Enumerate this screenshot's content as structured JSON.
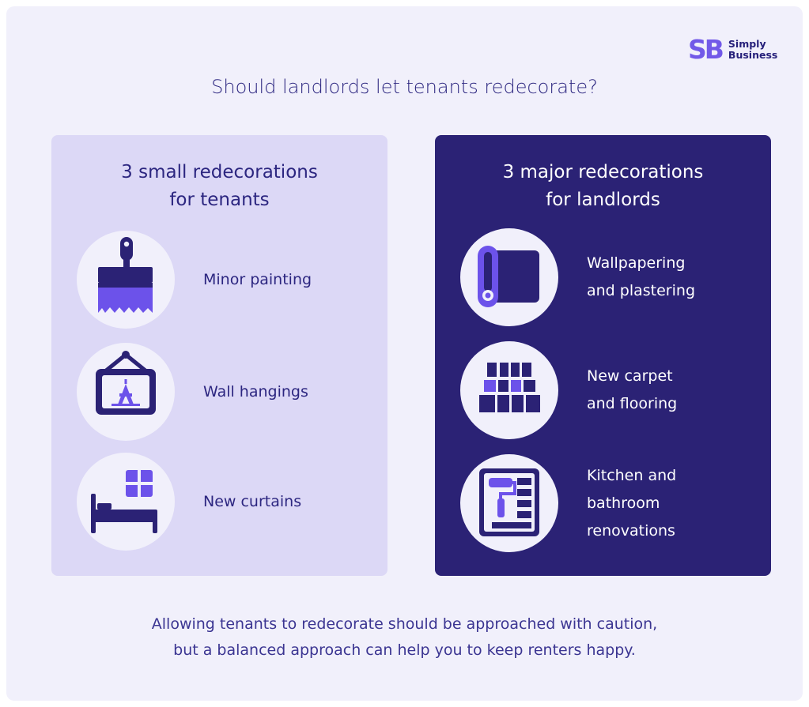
{
  "brand": {
    "mark": "SB",
    "name_line1": "Simply",
    "name_line2": "Business",
    "colors": {
      "accent": "#7259e8",
      "navy": "#2b2275",
      "lilac": "#dcd8f6",
      "background": "#f1f0fb"
    }
  },
  "headline": "Should landlords let tenants redecorate?",
  "tenants_panel": {
    "title_line1": "3 small redecorations",
    "title_line2": "for tenants",
    "items": [
      {
        "icon": "paintbrush-icon",
        "label_lines": [
          "Minor painting"
        ]
      },
      {
        "icon": "framed-picture-icon",
        "label_lines": [
          "Wall hangings"
        ]
      },
      {
        "icon": "bed-window-icon",
        "label_lines": [
          "New curtains"
        ]
      }
    ]
  },
  "landlords_panel": {
    "title_line1": "3 major redecorations",
    "title_line2": "for landlords",
    "items": [
      {
        "icon": "wallpaper-roll-icon",
        "label_lines": [
          "Wallpapering",
          "and plastering"
        ]
      },
      {
        "icon": "floor-tiles-icon",
        "label_lines": [
          "New carpet",
          "and flooring"
        ]
      },
      {
        "icon": "paint-roller-wall-icon",
        "label_lines": [
          "Kitchen and",
          "bathroom",
          "renovations"
        ]
      }
    ]
  },
  "footer": {
    "line1": "Allowing tenants to redecorate should be approached with caution,",
    "line2": "but a balanced approach can help you to keep renters happy."
  }
}
